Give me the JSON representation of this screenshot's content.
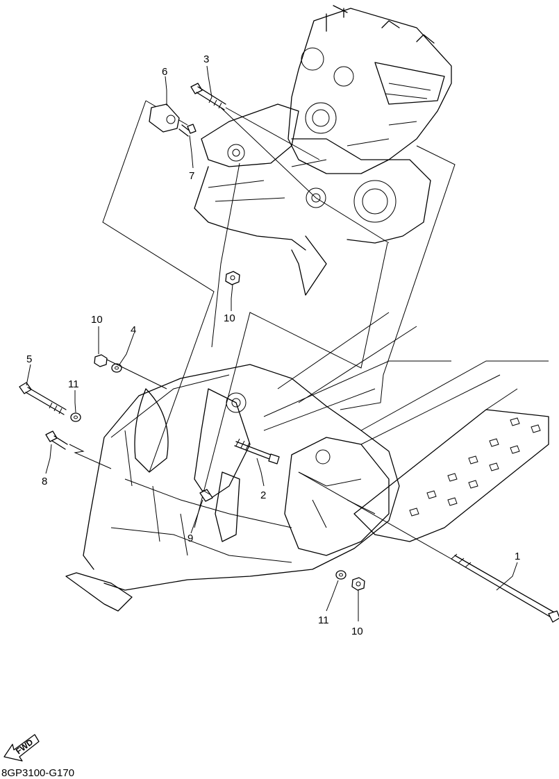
{
  "diagram": {
    "drawing_code": "8GP3100-G170",
    "direction_label": "FWD",
    "callouts": [
      {
        "id": "c1",
        "label": "1"
      },
      {
        "id": "c2",
        "label": "2"
      },
      {
        "id": "c3",
        "label": "3"
      },
      {
        "id": "c4",
        "label": "4"
      },
      {
        "id": "c5",
        "label": "5"
      },
      {
        "id": "c6",
        "label": "6"
      },
      {
        "id": "c7",
        "label": "7"
      },
      {
        "id": "c8",
        "label": "8"
      },
      {
        "id": "c9",
        "label": "9"
      },
      {
        "id": "c10a",
        "label": "10"
      },
      {
        "id": "c10b",
        "label": "10"
      },
      {
        "id": "c10c",
        "label": "10"
      },
      {
        "id": "c11a",
        "label": "11"
      },
      {
        "id": "c11b",
        "label": "11"
      }
    ]
  }
}
